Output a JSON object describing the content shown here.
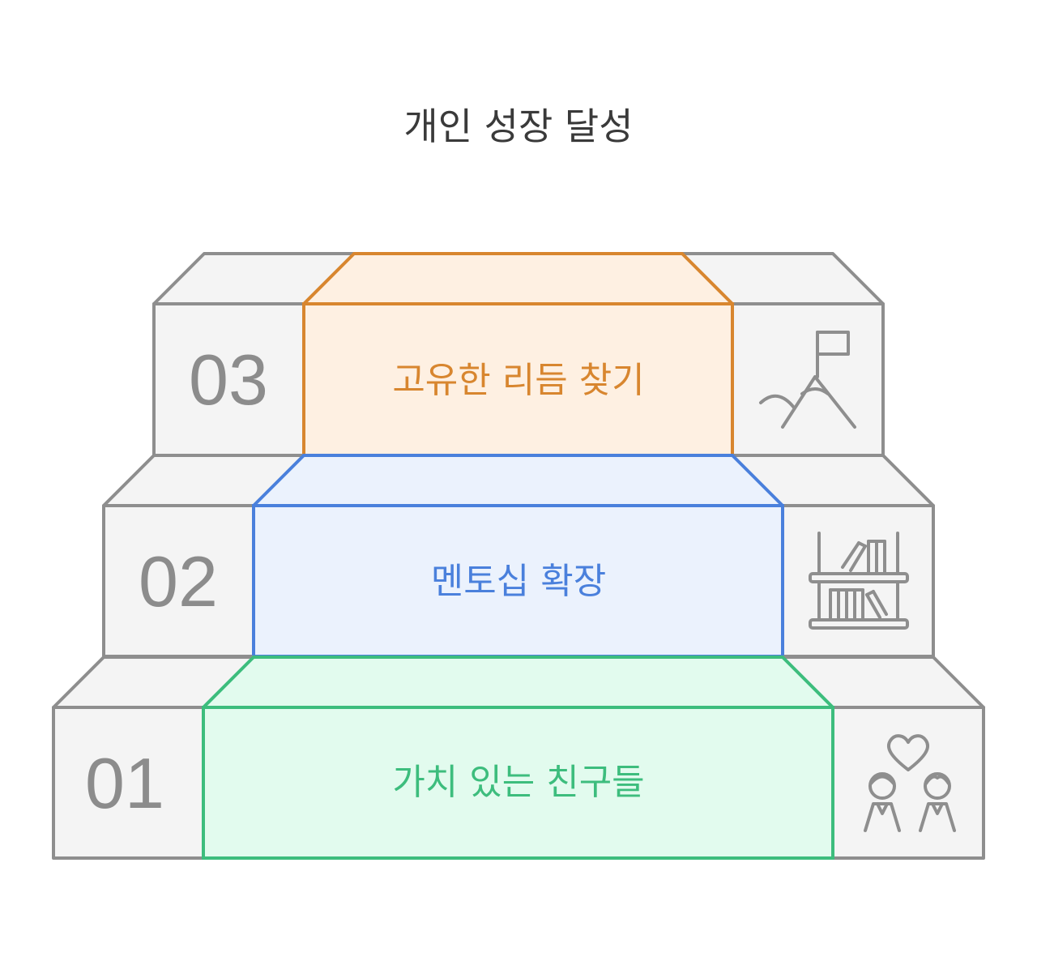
{
  "title": "개인 성장 달성",
  "steps": [
    {
      "number": "01",
      "label": "가치 있는 친구들",
      "icon": "friends-heart-icon",
      "color": "#3dbd7d",
      "fill": "#e2fbee"
    },
    {
      "number": "02",
      "label": "멘토십 확장",
      "icon": "bookshelf-icon",
      "color": "#4a80dc",
      "fill": "#ebf2fd"
    },
    {
      "number": "03",
      "label": "고유한 리듬 찾기",
      "icon": "mountain-flag-icon",
      "color": "#d8862f",
      "fill": "#fef0e2"
    }
  ],
  "colors": {
    "gray_stroke": "#8e8e8e",
    "gray_fill": "#f4f4f4",
    "title": "#3a3a3a",
    "number": "#8c8c8c"
  }
}
